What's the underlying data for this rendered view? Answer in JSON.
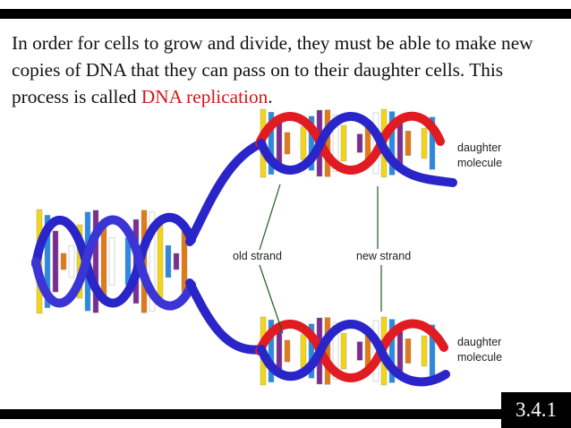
{
  "intro": {
    "text_before": "In order for cells to grow and divide, they must be able to make new copies of DNA that they can pass on to their daughter cells.  This process is called ",
    "highlight": "DNA replication",
    "text_after": "."
  },
  "labels": {
    "daughter_top_1": "daughter",
    "daughter_top_2": "molecule",
    "daughter_bottom_1": "daughter",
    "daughter_bottom_2": "molecule",
    "old_strand": "old strand",
    "new_strand": "new strand"
  },
  "slide_number": "3.4.1",
  "colors": {
    "old_strand": "#2a25c8",
    "new_strand": "#e01b22",
    "highlight": "#d01818",
    "base_pairs": [
      "#f2d515",
      "#2b8ae0",
      "#7c2d91",
      "#e07a16",
      "#ffffff"
    ]
  }
}
